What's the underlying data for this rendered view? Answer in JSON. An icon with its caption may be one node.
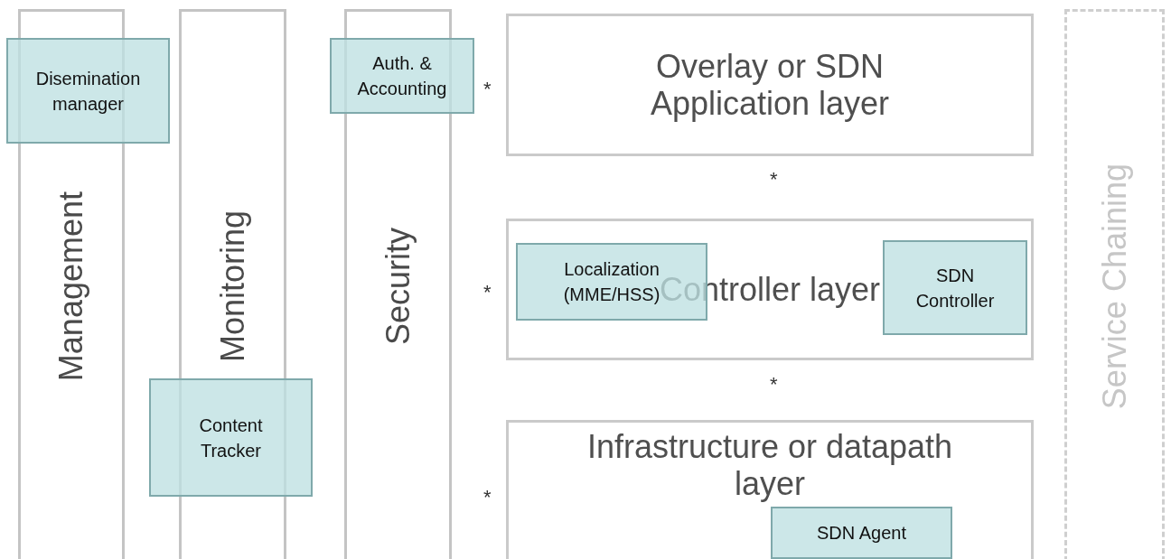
{
  "diagram": {
    "nodes": [
      {
        "text": [
          "Management"
        ]
      },
      {
        "text": [
          "Monitoring"
        ]
      },
      {
        "text": [
          "Security"
        ]
      },
      {
        "text": [
          "Overlay or SDN Application layer"
        ]
      },
      {
        "text": [
          "Controller layer"
        ]
      },
      {
        "text": [
          "Infrastructure or datapath layer"
        ]
      },
      {
        "text": [
          "Service Chaining"
        ]
      },
      {
        "text": [
          "Disemination manager"
        ]
      },
      {
        "text": [
          "Auth. & Accounting"
        ]
      },
      {
        "text": [
          "Localization (MME/HSS)"
        ],
        "in": 4
      },
      {
        "text": [
          "SDN Controller"
        ],
        "in": 4
      },
      {
        "text": [
          "Content Tracker"
        ]
      },
      {
        "text": [
          "SDN Agent"
        ],
        "in": 5
      }
    ],
    "labels": [
      "*",
      "*",
      "*",
      "*",
      "*"
    ]
  }
}
